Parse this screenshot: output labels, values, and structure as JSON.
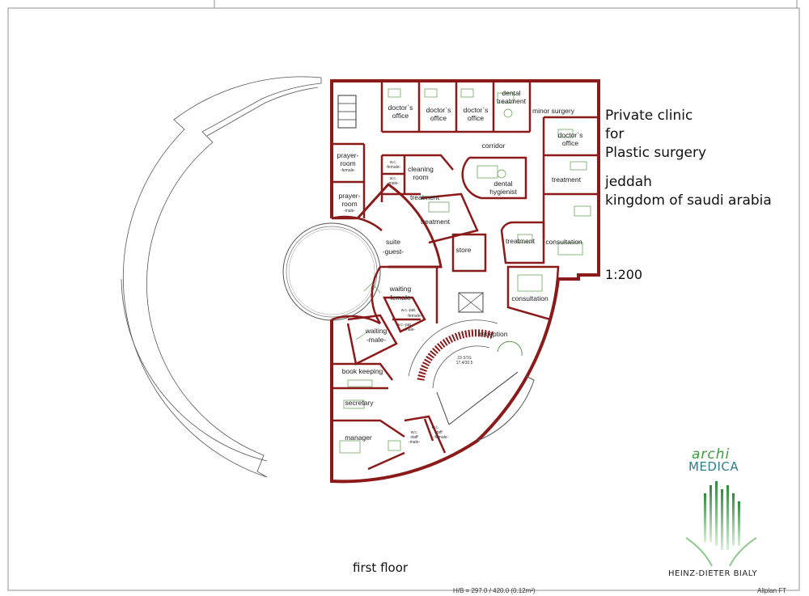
{
  "title_lines": [
    "Private clinic",
    "for",
    "Plastic surgery"
  ],
  "location_lines": [
    "jeddah",
    "kingdom of saudi arabia"
  ],
  "scale": "1:200",
  "floor_label": "first floor",
  "logo": {
    "top": "archi",
    "main": "MEDICA",
    "name": "HEINZ-DIETER BIALY"
  },
  "footer": {
    "center": "H/B = 297.0 / 420.0 (0.12m²)",
    "right": "Allplan FT"
  },
  "stair_annotation": [
    "23 STG",
    "17.4/30.5"
  ],
  "rooms": {
    "doctors_office_1": [
      "doctor`s",
      "office"
    ],
    "doctors_office_2": [
      "doctor`s",
      "office"
    ],
    "doctors_office_3": [
      "doctor`s",
      "office"
    ],
    "dental_treatment": [
      "dental",
      "treatment"
    ],
    "minor_surgery": [
      "minor surgery"
    ],
    "doctors_office_4": [
      "doctor`s",
      "office"
    ],
    "corridor": [
      "corridor"
    ],
    "prayer_female": [
      "prayer-",
      "room",
      "-female-"
    ],
    "wc_female_top": [
      "w.c.",
      "-female-"
    ],
    "wc_male_top": [
      "w.c.",
      "-male-"
    ],
    "cleaning_room": [
      "cleaning",
      "room"
    ],
    "treatment_1": [
      "treatment"
    ],
    "dental_hygienist": [
      "dental",
      "hygienist"
    ],
    "treatment_right": [
      "treatment"
    ],
    "prayer_male": [
      "prayer-",
      "room",
      "-male-"
    ],
    "treatment_2": [
      "treatment"
    ],
    "treatment_3": [
      "treatment"
    ],
    "consultation_1": [
      "consultation"
    ],
    "suite_guest": [
      "suite",
      "-guest-"
    ],
    "store": [
      "store"
    ],
    "waiting_female": [
      "waiting",
      "-female-"
    ],
    "consultation_2": [
      "consultation"
    ],
    "wc_pat_female": [
      "w.c.-pat.",
      "-female-"
    ],
    "wc_pat_male": [
      "w.c.-pat.",
      "-male-"
    ],
    "waiting_male": [
      "waiting",
      "-male-"
    ],
    "reception": [
      "reception"
    ],
    "book_keeping": [
      "book keeping"
    ],
    "secretary": [
      "secretary"
    ],
    "manager": [
      "manager"
    ],
    "wc_staff_male": [
      "w.c.",
      "staff",
      "-male-"
    ],
    "wc_staff_female": [
      "w.c.",
      "staff",
      "-female-"
    ]
  }
}
